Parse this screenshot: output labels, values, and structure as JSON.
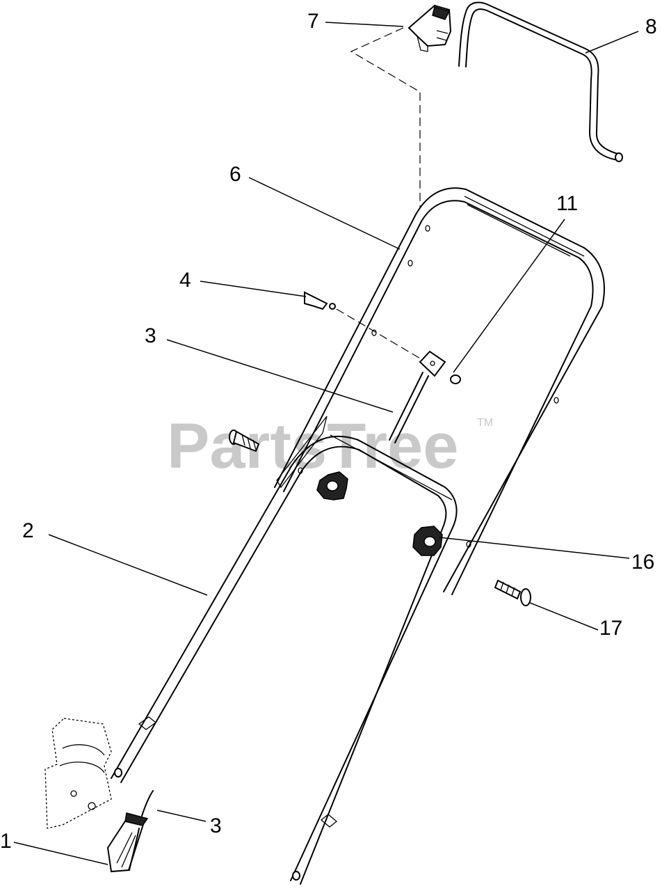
{
  "watermark": {
    "text": "PartsTree",
    "trademark": "TM"
  },
  "callouts": [
    {
      "id": "c7",
      "label": "7"
    },
    {
      "id": "c8",
      "label": "8"
    },
    {
      "id": "c6",
      "label": "6"
    },
    {
      "id": "c11",
      "label": "11"
    },
    {
      "id": "c4",
      "label": "4"
    },
    {
      "id": "c3a",
      "label": "3"
    },
    {
      "id": "c2",
      "label": "2"
    },
    {
      "id": "c16",
      "label": "16"
    },
    {
      "id": "c17",
      "label": "17"
    },
    {
      "id": "c3b",
      "label": "3"
    },
    {
      "id": "c1",
      "label": "1"
    }
  ]
}
